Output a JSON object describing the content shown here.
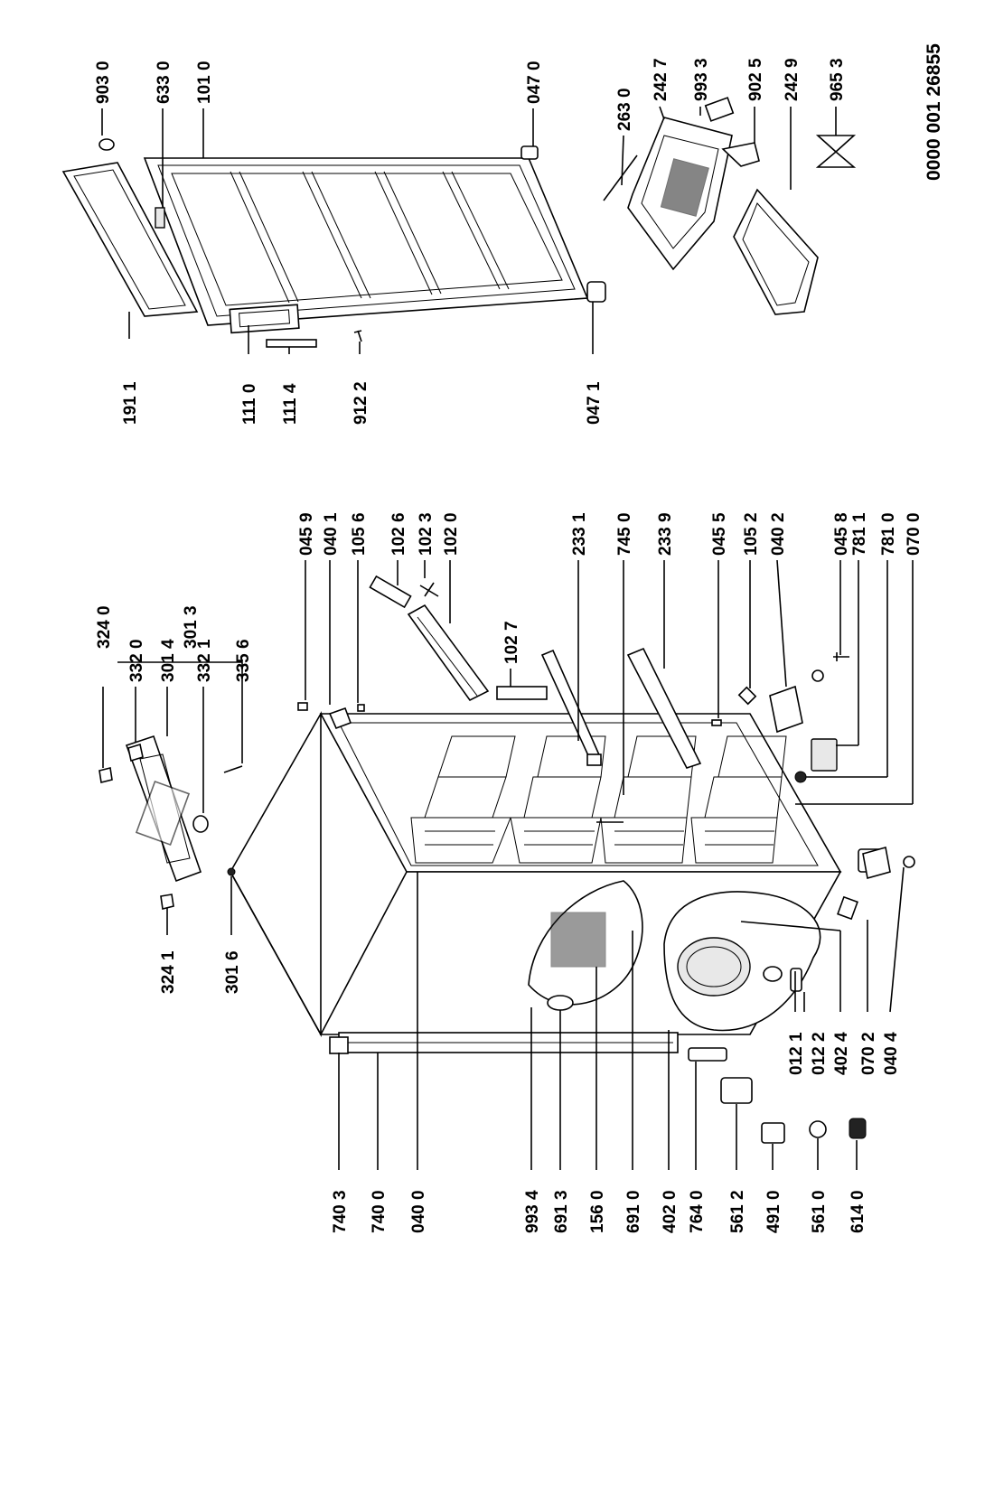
{
  "document_number": "0000 001 26855",
  "labels": {
    "p9030": "903 0",
    "p6330": "633 0",
    "p1010": "101 0",
    "p0470": "047 0",
    "p2630": "263 0",
    "p2427": "242 7",
    "p9933": "993 3",
    "p9025": "902 5",
    "p2429": "242 9",
    "p9653": "965 3",
    "p1911": "191 1",
    "p1110": "111 0",
    "p1114": "111 4",
    "p9122": "912 2",
    "p0471": "047 1",
    "p3240": "324 0",
    "p3013": "301 3",
    "p3320": "332 0",
    "p3014": "301 4",
    "p3321": "332 1",
    "p3356": "335 6",
    "p3241": "324 1",
    "p3016": "301 6",
    "p0459": "045 9",
    "p0401": "040 1",
    "p1056": "105 6",
    "p1026": "102 6",
    "p1023": "102 3",
    "p1020": "102 0",
    "p1027": "102 7",
    "p2331": "233 1",
    "p7450": "745 0",
    "p2339": "233 9",
    "p0455": "045 5",
    "p1052": "105 2",
    "p0402": "040 2",
    "p0458": "045 8",
    "p7811": "781 1",
    "p7810": "781 0",
    "p0700": "070 0",
    "p7403": "740 3",
    "p7400": "740 0",
    "p0400": "040 0",
    "p9934": "993 4",
    "p6913": "691 3",
    "p1560": "156 0",
    "p6910": "691 0",
    "p4020": "402 0",
    "p7640": "764 0",
    "p5612": "561 2",
    "p4910": "491 0",
    "p5610": "561 0",
    "p6140": "614 0",
    "p0121": "012 1",
    "p0122": "012 2",
    "p4024": "402 4",
    "p0702": "070 2",
    "p0404": "040 4"
  }
}
